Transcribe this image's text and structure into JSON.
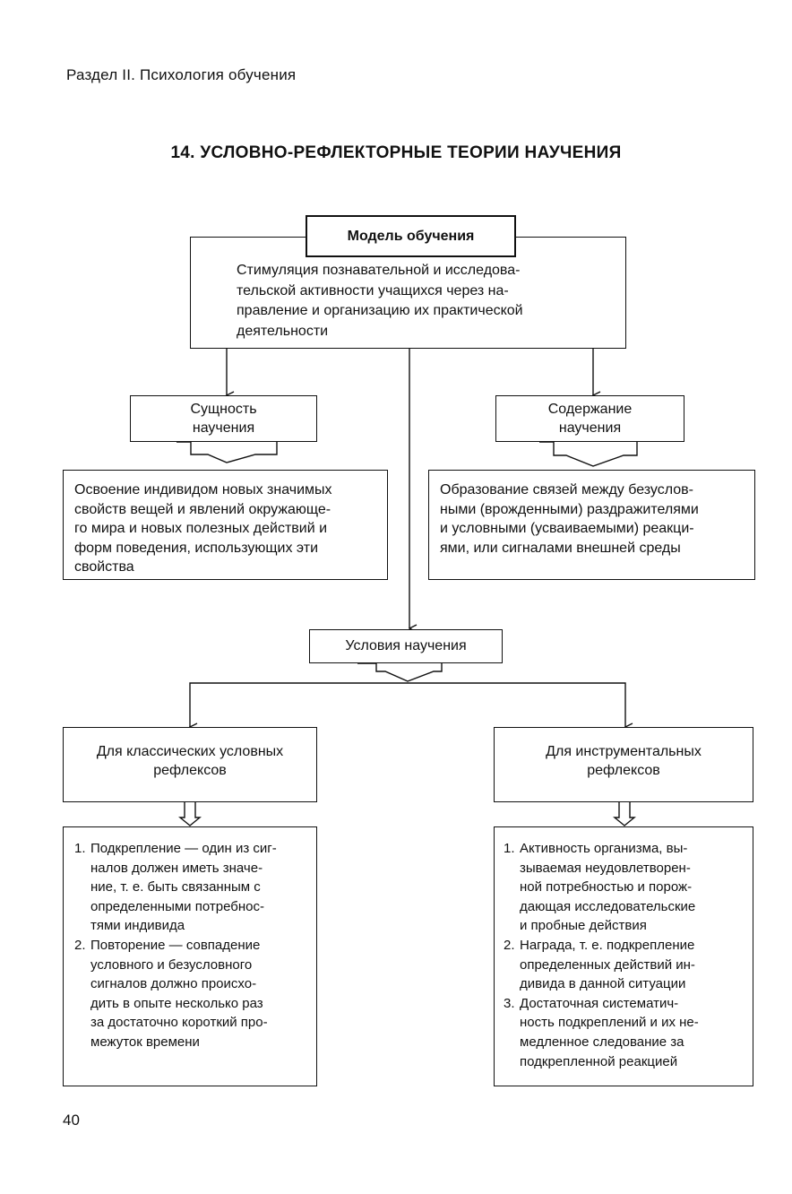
{
  "header": {
    "section": "Раздел II. Психология обучения"
  },
  "title": "14. УСЛОВНО-РЕФЛЕКТОРНЫЕ ТЕОРИИ НАУЧЕНИЯ",
  "model": {
    "label": "Модель обучения",
    "text_lines": [
      "Стимуляция познавательной и исследова-",
      "тельской активности учащихся через на-",
      "правление и организацию их практической",
      "деятельности"
    ]
  },
  "essence": {
    "label_lines": [
      "Сущность",
      "научения"
    ],
    "text_lines": [
      "Освоение индивидом новых значимых",
      "свойств вещей и явлений окружающе-",
      "го мира и новых полезных действий и",
      "форм поведения, использующих эти",
      "свойства"
    ]
  },
  "content": {
    "label_lines": [
      "Содержание",
      "научения"
    ],
    "text_lines": [
      "Образование связей между безуслов-",
      "ными (врожденными) раздражителями",
      "и условными (усваиваемыми) реакци-",
      "ями, или сигналами внешней среды"
    ]
  },
  "conditions": {
    "label": "Условия научения"
  },
  "classical": {
    "label_lines": [
      "Для классических условных",
      "рефлексов"
    ],
    "items": [
      {
        "num": "1.",
        "lines": [
          "Подкрепление — один из сиг-",
          "налов должен иметь значе-",
          "ние, т. е. быть связанным с",
          "определенными потребнос-",
          "тями индивида"
        ]
      },
      {
        "num": "2.",
        "lines": [
          "Повторение — совпадение",
          "условного и безусловного",
          "сигналов должно происхо-",
          "дить в опыте несколько раз",
          "за достаточно короткий про-",
          "межуток времени"
        ]
      }
    ]
  },
  "instrumental": {
    "label_lines": [
      "Для инструментальных",
      "рефлексов"
    ],
    "items": [
      {
        "num": "1.",
        "lines": [
          "Активность организма, вы-",
          "зываемая неудовлетворен-",
          "ной потребностью и порож-",
          "дающая исследовательские",
          "и пробные действия"
        ]
      },
      {
        "num": "2.",
        "lines": [
          "Награда, т. е. подкрепление",
          "определенных действий ин-",
          "дивида в данной ситуации"
        ]
      },
      {
        "num": "3.",
        "lines": [
          "Достаточная систематич-",
          "ность подкреплений и их не-",
          "медленное следование за",
          "подкрепленной реакцией"
        ]
      }
    ]
  },
  "page_number": "40"
}
